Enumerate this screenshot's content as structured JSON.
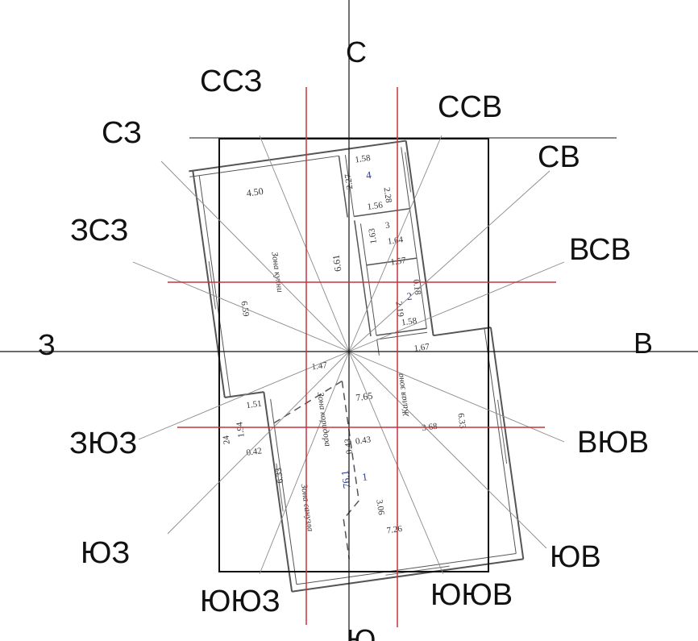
{
  "directions": {
    "n": "С",
    "nnw": "ССЗ",
    "nne": "ССВ",
    "nw": "СЗ",
    "ne": "СВ",
    "wnw": "ЗСЗ",
    "ene": "ВСВ",
    "w": "З",
    "e": "В",
    "wsw": "ЗЮЗ",
    "ese": "ВЮВ",
    "sw": "ЮЗ",
    "se": "ЮВ",
    "ssw": "ЮЮЗ",
    "sse": "ЮЮВ",
    "s": "Ю"
  },
  "plan": {
    "dimensions": {
      "d450": "4.50",
      "d158a": "1.58",
      "d228": "2.28",
      "d227": "2.27",
      "d156": "1.56",
      "d661": "6.61",
      "d163": "1.63",
      "d164": "1.64",
      "d157": "1.57",
      "d659": "6.59",
      "d018": "0.18",
      "d219": "2.19",
      "d158b": "1.58",
      "d147": "1.47",
      "d167": "1.67",
      "d151": "1.51",
      "d765": "7.65",
      "d194": "1.94",
      "d042": "0.42",
      "d043a": "0.43",
      "d043b": "0.43",
      "d368": "3.68",
      "d633a": "6.33",
      "d633b": "6.33",
      "d306": "3.06",
      "d726": "7.26",
      "d24": "24"
    },
    "rooms": {
      "r1": "1",
      "r1_area": "76.1",
      "r2": "2",
      "r3": "3",
      "r4": "4"
    },
    "zones": {
      "kitchen": "Зона кухни",
      "corridor": "Зона коридора",
      "bath": "Зона санузла",
      "living": "Жилая зона"
    }
  },
  "colors": {
    "axis": "#111111",
    "ray": "#8a8a8a",
    "red": "#c8323c",
    "wall": "#555555"
  }
}
